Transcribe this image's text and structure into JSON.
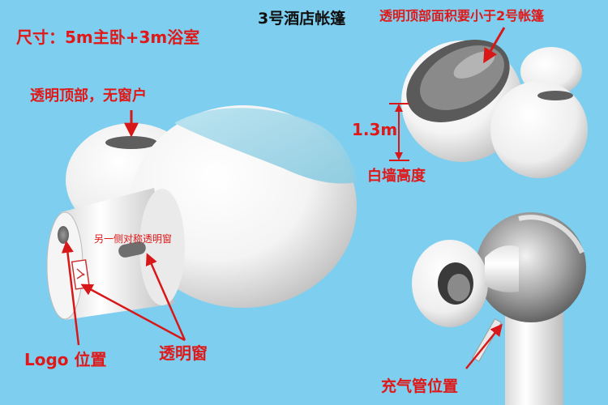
{
  "title": "3号酒店帐篷",
  "size_label": "尺寸：5m主卧+3m浴室",
  "labels": {
    "transparent_top": "透明顶部，无窗户",
    "other_side_window": "另一侧对称透明窗",
    "logo_position": "Logo 位置",
    "transparent_window": "透明窗",
    "top_area_note": "透明顶部面积要小于2号帐篷",
    "height_value": "1.3m",
    "white_wall_height": "白墙高度",
    "air_pipe_position": "充气管位置"
  },
  "colors": {
    "background": "#7ecfef",
    "label_red": "#e01818",
    "dome_white": "#ffffff",
    "transparent_cap": "#a8dcec",
    "window_gray": "#6e6e6e"
  }
}
